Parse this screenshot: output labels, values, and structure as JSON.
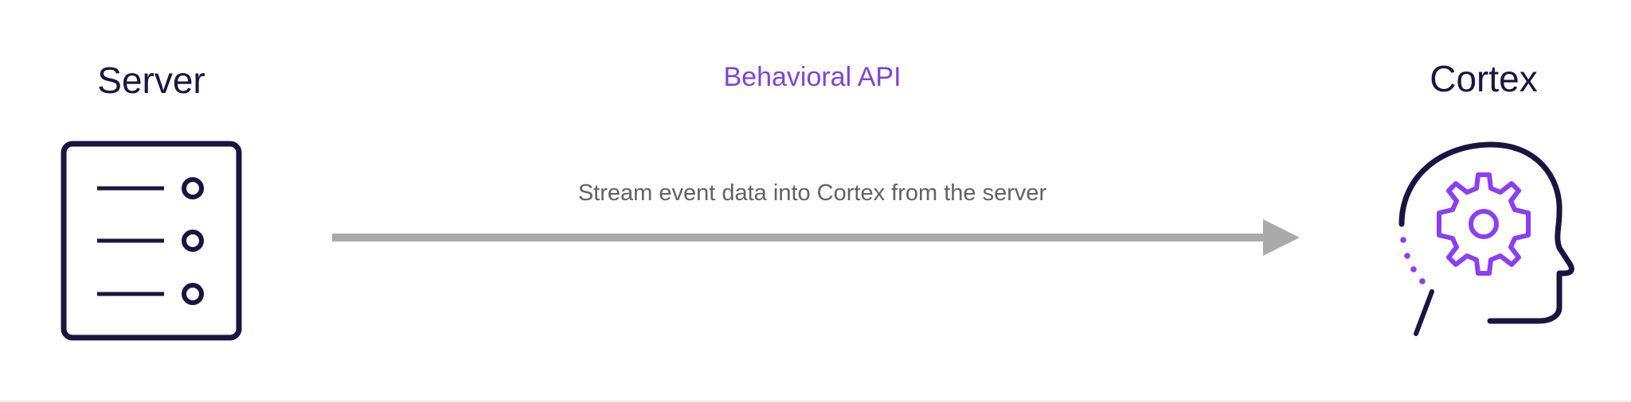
{
  "diagram": {
    "server": {
      "title": "Server"
    },
    "api": {
      "title": "Behavioral API"
    },
    "cortex": {
      "title": "Cortex"
    },
    "arrow": {
      "caption": "Stream event data into Cortex from the server"
    }
  },
  "colors": {
    "dark": "#1c1440",
    "accent": "#8a3ff5",
    "api_text": "#7d45d6",
    "arrow": "#aaaaaa",
    "caption": "#626262"
  },
  "icons": {
    "server": "server-list-icon",
    "cortex": "head-gear-icon",
    "arrow": "arrow-right-icon"
  }
}
